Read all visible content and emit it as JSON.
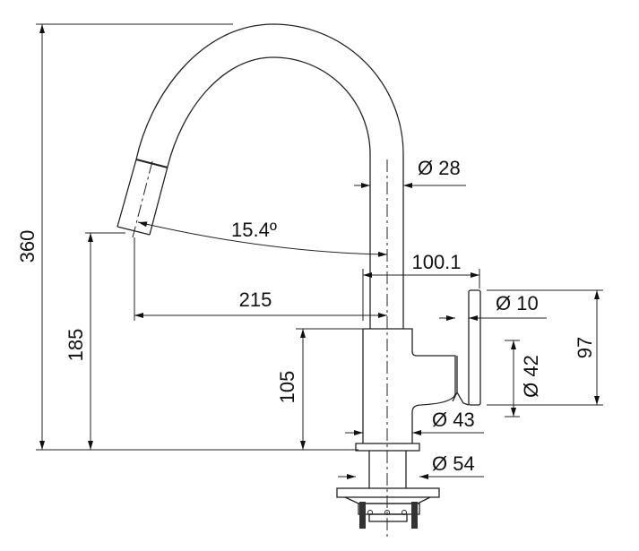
{
  "drawing": {
    "dimensions": {
      "height_total": "360",
      "spout_height": "185",
      "body_height": "105",
      "reach": "215",
      "handle_offset": "100.1",
      "spout_diameter": "Ø 28",
      "swivel_angle": "15.4º",
      "handle_diameter": "Ø 10",
      "handle_height": "97",
      "lever_diameter": "Ø 42",
      "body_diameter": "Ø 43",
      "flange_diameter": "Ø 54"
    }
  }
}
